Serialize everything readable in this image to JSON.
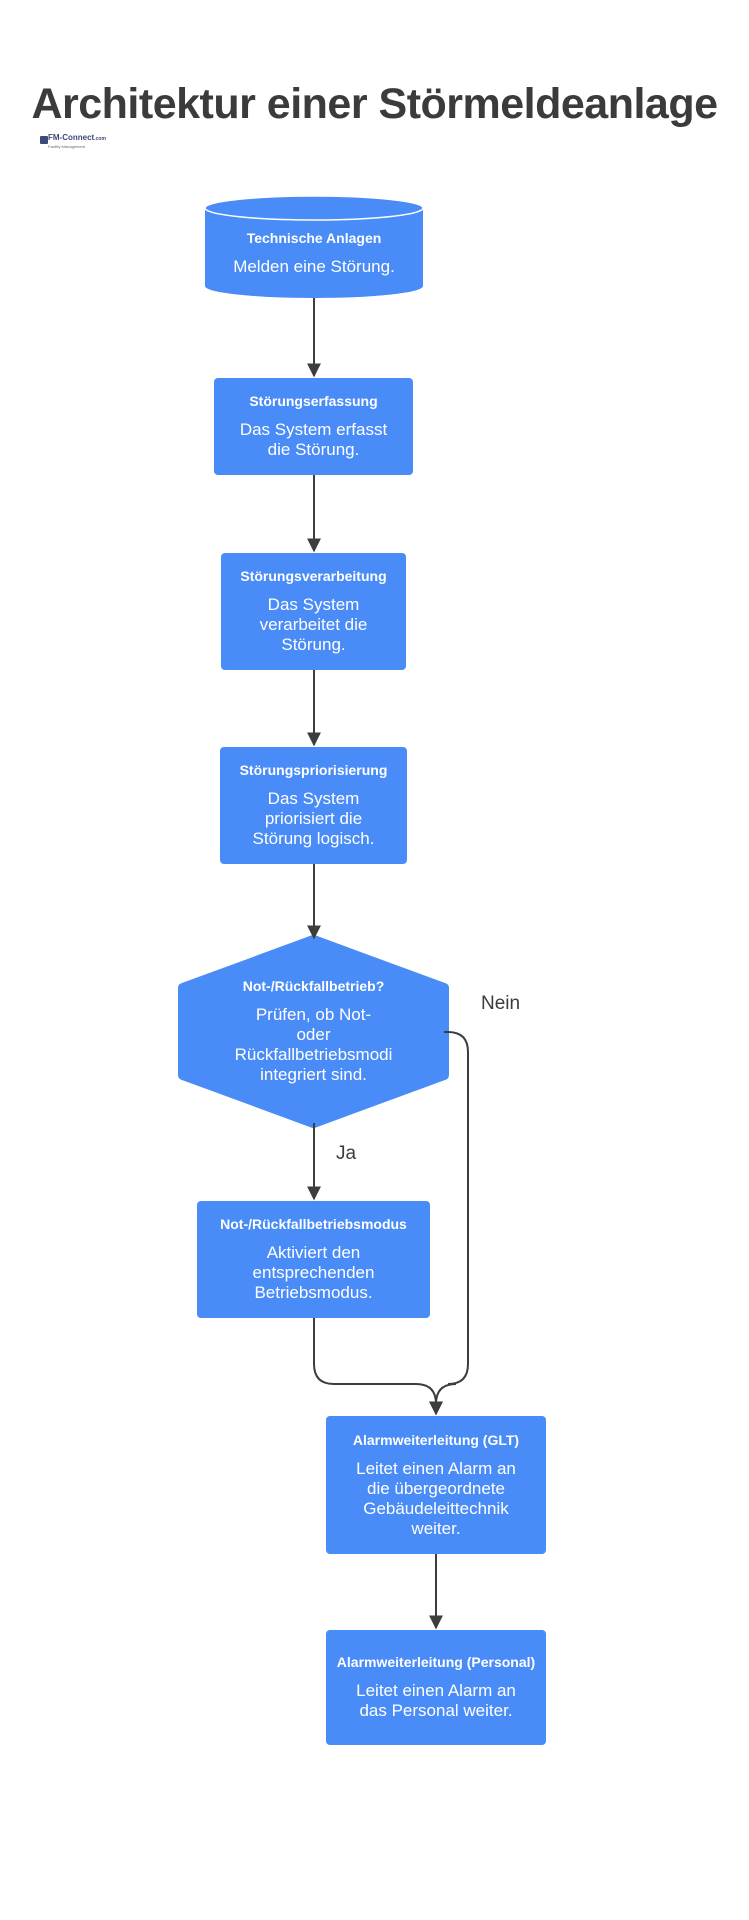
{
  "title": "Architektur einer Störmeldeanlage",
  "logo": {
    "text": "FM-Connect",
    "suffix": ".com",
    "tagline": "Facility Management"
  },
  "colors": {
    "node": "#4a8cf7",
    "edge": "#3d3d3d",
    "text": "#3b3b3b"
  },
  "nodes": [
    {
      "id": "technische-anlagen",
      "shape": "cylinder",
      "title": "Technische Anlagen",
      "desc": [
        "Melden eine Störung."
      ]
    },
    {
      "id": "stoerungserfassung",
      "shape": "rect",
      "title": "Störungserfassung",
      "desc": [
        "Das System erfasst",
        "die Störung."
      ]
    },
    {
      "id": "stoerungsverarbeitung",
      "shape": "rect",
      "title": "Störungsverarbeitung",
      "desc": [
        "Das System",
        "verarbeitet die",
        "Störung."
      ]
    },
    {
      "id": "stoerungspriorisierung",
      "shape": "rect",
      "title": "Störungspriorisierung",
      "desc": [
        "Das System",
        "priorisiert die",
        "Störung logisch."
      ]
    },
    {
      "id": "rueckfallbetrieb-frage",
      "shape": "hexagon",
      "title": "Not-/Rückfallbetrieb?",
      "desc": [
        "Prüfen, ob Not-",
        "oder",
        "Rückfallbetriebsmodi",
        "integriert sind."
      ]
    },
    {
      "id": "rueckfallbetriebsmodus",
      "shape": "rect",
      "title": "Not-/Rückfallbetriebsmodus",
      "desc": [
        "Aktiviert den",
        "entsprechenden",
        "Betriebsmodus."
      ]
    },
    {
      "id": "alarm-glt",
      "shape": "rect",
      "title": "Alarmweiterleitung (GLT)",
      "desc": [
        "Leitet einen Alarm an",
        "die übergeordnete",
        "Gebäudeleittechnik",
        "weiter."
      ]
    },
    {
      "id": "alarm-personal",
      "shape": "rect",
      "title": "Alarmweiterleitung (Personal)",
      "desc": [
        "Leitet einen Alarm an",
        "das Personal weiter."
      ]
    }
  ],
  "edges": [
    {
      "from": "technische-anlagen",
      "to": "stoerungserfassung",
      "label": ""
    },
    {
      "from": "stoerungserfassung",
      "to": "stoerungsverarbeitung",
      "label": ""
    },
    {
      "from": "stoerungsverarbeitung",
      "to": "stoerungspriorisierung",
      "label": ""
    },
    {
      "from": "stoerungspriorisierung",
      "to": "rueckfallbetrieb-frage",
      "label": ""
    },
    {
      "from": "rueckfallbetrieb-frage",
      "to": "rueckfallbetriebsmodus",
      "label": "Ja"
    },
    {
      "from": "rueckfallbetrieb-frage",
      "to": "alarm-glt",
      "label": "Nein"
    },
    {
      "from": "rueckfallbetriebsmodus",
      "to": "alarm-glt",
      "label": ""
    },
    {
      "from": "alarm-glt",
      "to": "alarm-personal",
      "label": ""
    }
  ]
}
